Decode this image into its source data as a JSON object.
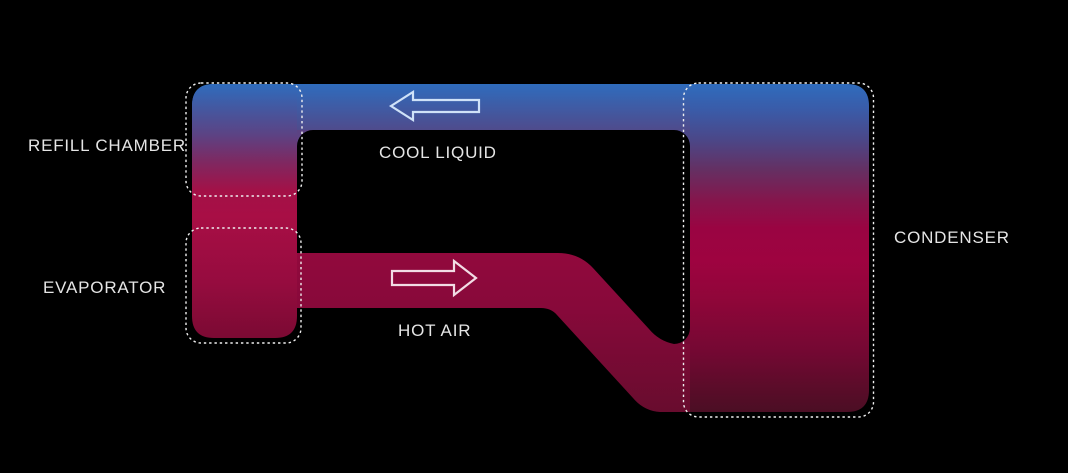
{
  "diagram": {
    "type": "heat-pipe-cooling-loop",
    "components": {
      "refill_chamber": {
        "label": "REFILL CHAMBER"
      },
      "evaporator": {
        "label": "EVAPORATOR"
      },
      "condenser": {
        "label": "CONDENSER"
      }
    },
    "flows": {
      "cool_liquid": {
        "label": "COOL LIQUID",
        "direction": "left",
        "icon": "arrow-left-outline"
      },
      "hot_air": {
        "label": "HOT AIR",
        "direction": "right",
        "icon": "arrow-right-outline"
      }
    },
    "colors": {
      "background": "#000000",
      "cool_blue": "#2f6cbd",
      "cool_purple": "#4f4b8c",
      "hot_crimson": "#9e0340",
      "hot_dark": "#4b0e24",
      "outline_dash": "#efefef",
      "label_text": "#e5e5e5",
      "cool_arrow_stroke": "#cfe2f8",
      "hot_arrow_stroke": "#f2dce4",
      "fillet_top_left": "#5c4383",
      "fillet_top_right": "#4b4788",
      "fillet_bottom_right": "#760934"
    },
    "gradients": {
      "cool_pipe": [
        [
          0,
          "#2f6cbd"
        ],
        [
          1,
          "#4f4b8c"
        ]
      ],
      "left_column": [
        [
          0,
          "#2f6cbd"
        ],
        [
          0.1,
          "#45579f"
        ],
        [
          0.2,
          "#5c4384"
        ],
        [
          0.3,
          "#7c2a63"
        ],
        [
          0.42,
          "#a31147"
        ],
        [
          0.52,
          "#a80e45"
        ],
        [
          0.78,
          "#960c3f"
        ],
        [
          1,
          "#7b0a33"
        ]
      ],
      "condenser": [
        [
          0,
          "#2f6cbd"
        ],
        [
          0.08,
          "#3a5ba8"
        ],
        [
          0.17,
          "#4b4788"
        ],
        [
          0.26,
          "#643063"
        ],
        [
          0.35,
          "#83174d"
        ],
        [
          0.44,
          "#9a0442"
        ],
        [
          0.54,
          "#9e0340"
        ],
        [
          0.66,
          "#8f0639"
        ],
        [
          0.81,
          "#750833"
        ],
        [
          0.93,
          "#5a0c29"
        ],
        [
          1,
          "#4b0e24"
        ]
      ],
      "hot_pipe": [
        [
          0,
          "#92093d"
        ],
        [
          0.35,
          "#87093a"
        ],
        [
          1,
          "#680c2e"
        ]
      ]
    }
  }
}
